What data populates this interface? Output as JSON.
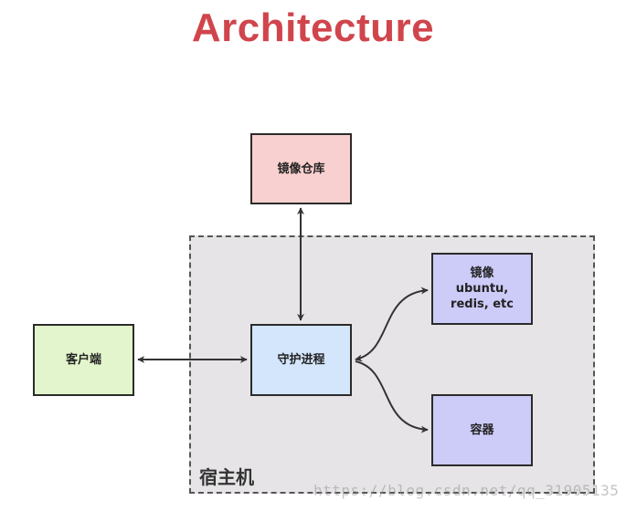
{
  "title": "Architecture",
  "host": {
    "label": "宿主机"
  },
  "nodes": {
    "registry": "镜像仓库",
    "client": "客户端",
    "daemon": "守护进程",
    "images": {
      "line1": "镜像",
      "line2": "ubuntu,",
      "line3": "redis, etc"
    },
    "container": "容器"
  },
  "watermark": "https://blog.csdn.net/qq_31905135",
  "colors": {
    "title": "#d0454c",
    "registry": "#f8d0cf",
    "client": "#e3f5cc",
    "daemon": "#d3e6fb",
    "images": "#cdcbf8",
    "container": "#cdcbf8",
    "host_bg": "#e6e4e6"
  }
}
